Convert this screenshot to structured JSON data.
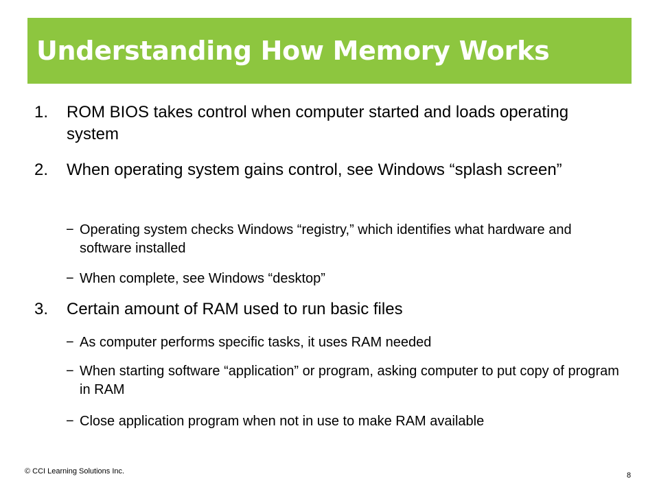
{
  "slide": {
    "title": "Understanding How Memory Works",
    "accent_color": "#8dc63f"
  },
  "items": [
    {
      "number": "1.",
      "text": "ROM BIOS takes control when computer started and loads operating system"
    },
    {
      "number": "2.",
      "text": "When operating system gains control, see Windows “splash screen”",
      "subitems": [
        {
          "dash": "−",
          "text": "Operating system checks Windows “registry,” which identifies what hardware and software installed"
        },
        {
          "dash": "−",
          "text": "When complete, see Windows “desktop”"
        }
      ]
    },
    {
      "number": "3.",
      "text": "Certain amount of RAM used to run basic files",
      "subitems": [
        {
          "dash": "−",
          "text": "As computer performs specific tasks, it uses RAM needed"
        },
        {
          "dash": "−",
          "text": "When starting software “application” or program, asking computer to put copy of program in RAM"
        },
        {
          "dash": "−",
          "text": "Close application program when not in use to make RAM available"
        }
      ]
    }
  ],
  "footer": {
    "copyright": "© CCI Learning Solutions Inc.",
    "page_number": "8"
  }
}
